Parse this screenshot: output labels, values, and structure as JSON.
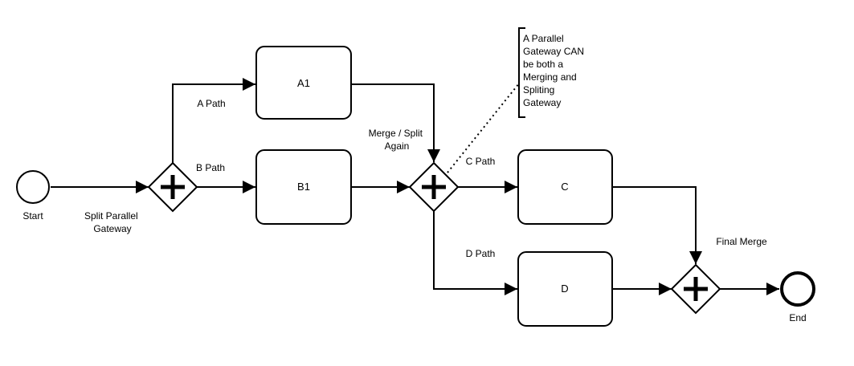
{
  "diagram": {
    "events": {
      "start": "Start",
      "end": "End"
    },
    "tasks": {
      "a1": "A1",
      "b1": "B1",
      "c": "C",
      "d": "D"
    },
    "gateways": {
      "split": [
        "Split Parallel",
        "Gateway"
      ],
      "merge_split": [
        "Merge / Split",
        "Again"
      ],
      "final_merge": "Final Merge"
    },
    "paths": {
      "a": "A Path",
      "b": "B Path",
      "c": "C Path",
      "d": "D Path"
    },
    "annotation": [
      "A Parallel",
      "Gateway CAN",
      "be both a",
      "Merging and",
      "Spliting",
      "Gateway"
    ]
  }
}
